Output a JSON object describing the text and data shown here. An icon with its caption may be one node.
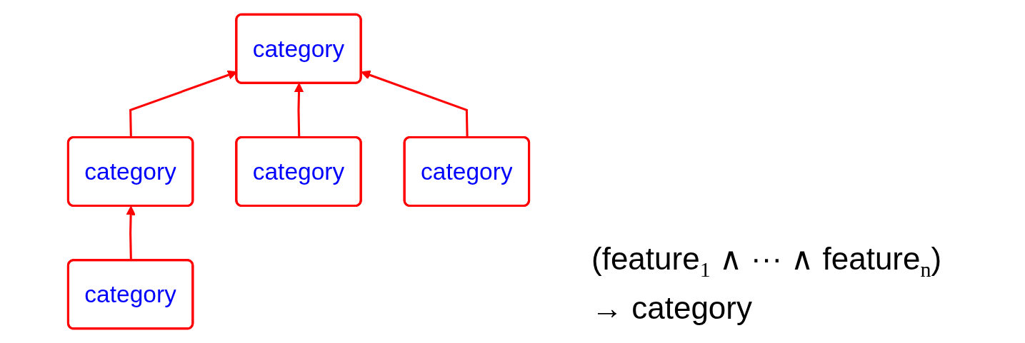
{
  "diagram": {
    "nodes": [
      {
        "text": [
          "category"
        ]
      },
      {
        "text": [
          "category"
        ]
      },
      {
        "text": [
          "category"
        ]
      },
      {
        "text": [
          "category"
        ]
      },
      {
        "text": [
          "category"
        ]
      }
    ],
    "edges": [
      {
        "from": 1,
        "to": 0,
        "arrow": "to"
      },
      {
        "from": 2,
        "to": 0,
        "arrow": "to"
      },
      {
        "from": 3,
        "to": 0,
        "arrow": "to"
      },
      {
        "from": 4,
        "to": 1,
        "arrow": "to"
      }
    ],
    "labels": [
      "(feature$_{1}$ ∧ ··· ∧ feature$_{n}$)",
      "→ category"
    ]
  }
}
